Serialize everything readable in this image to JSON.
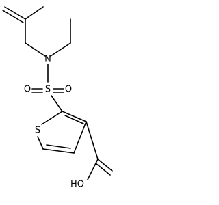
{
  "molecule": {
    "atoms": {
      "N": "N",
      "S_sulfonyl": "S",
      "O_left": "O",
      "O_right": "O",
      "S_ring": "S",
      "OH": "HO"
    }
  }
}
